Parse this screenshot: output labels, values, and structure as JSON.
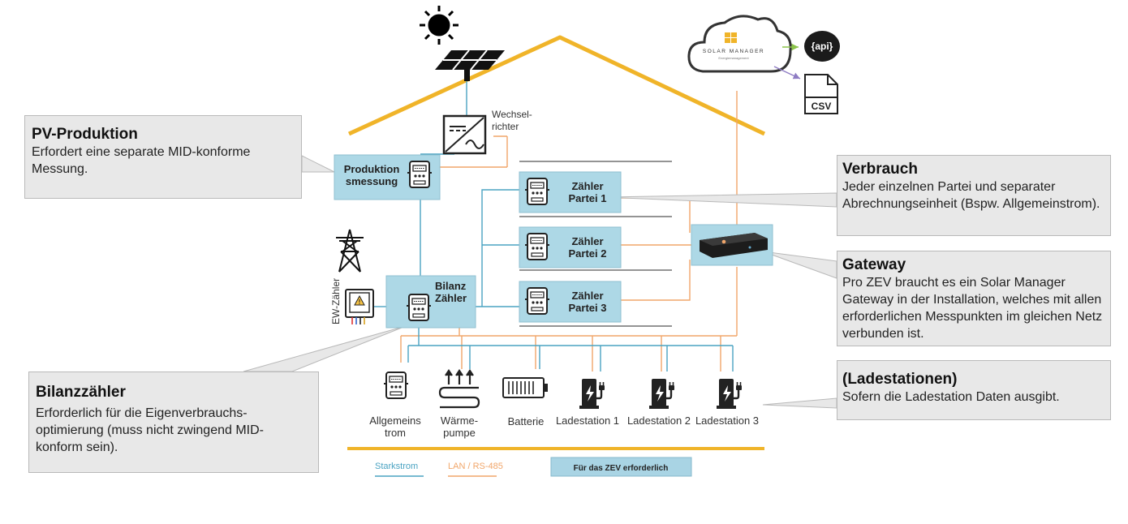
{
  "callouts": {
    "pv": {
      "title": "PV-Produktion",
      "body": "Erfordert eine separate MID-konforme Messung."
    },
    "verbrauch": {
      "title": "Verbrauch",
      "body": "Jeder einzelnen Partei und separater Abrechnungseinheit (Bspw. Allgemeinstrom)."
    },
    "gateway": {
      "title": "Gateway",
      "body": "Pro ZEV braucht es ein Solar Manager Gateway in der Installation, welches mit allen erforderlichen Messpunkten im gleichen Netz verbunden ist."
    },
    "ladestationen": {
      "title": "(Ladestationen)",
      "body": "Sofern die Ladestation Daten ausgibt."
    },
    "bilanz": {
      "title": "Bilanzzähler",
      "body": "Erforderlich für die Eigenverbrauchs-optimierung (muss nicht zwingend MID-konform sein)."
    }
  },
  "boxes": {
    "produktion": "Produktion smessung",
    "bilanz": "Bilanz Zähler",
    "partei1": "Zähler Partei 1",
    "partei2": "Zähler Partei 2",
    "partei3": "Zähler Partei 3"
  },
  "labels": {
    "wechselrichter": "Wechsel-richter",
    "ew_zaehler": "EW-Zähler",
    "api": "{api}",
    "csv": "CSV",
    "cloud_brand": "SOLAR MANAGER",
    "cloud_sub": "Energiemanagement"
  },
  "consumers": [
    {
      "label": "Allgemeins trom",
      "icon": "meter-icon"
    },
    {
      "label": "Wärme-pumpe",
      "icon": "heatpump-icon"
    },
    {
      "label": "Batterie",
      "icon": "battery-icon"
    },
    {
      "label": "Ladestation 1",
      "icon": "ev-charger-icon"
    },
    {
      "label": "Ladestation 2",
      "icon": "ev-charger-icon"
    },
    {
      "label": "Ladestation 3",
      "icon": "ev-charger-icon"
    }
  ],
  "legend": {
    "starkstrom": "Starkstrom",
    "lan": "LAN / RS-485",
    "zev": "Für das ZEV erforderlich"
  },
  "colors": {
    "roof": "#f0b429",
    "power_line": "#4aa3c2",
    "data_line": "#f1a66a",
    "box_fill": "#add8e6",
    "callout_fill": "#e8e8e8",
    "legend_box": "#a9d4e4"
  }
}
